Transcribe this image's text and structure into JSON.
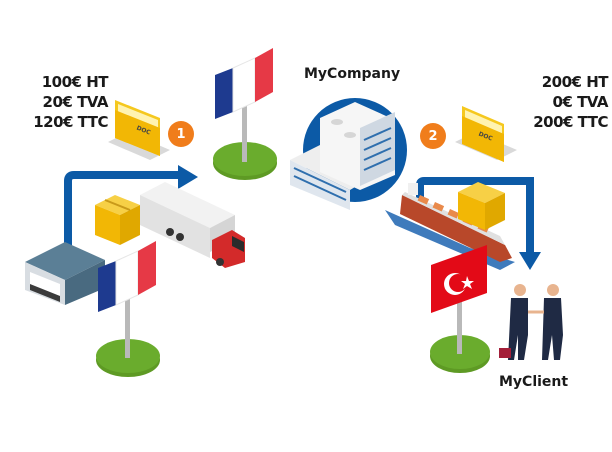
{
  "diagram": {
    "seller_invoice": {
      "lines": [
        "100€ HT",
        "20€ TVA",
        "120€ TTC"
      ]
    },
    "buyer_invoice": {
      "lines": [
        "200€ HT",
        "0€ TVA",
        "200€ TTC"
      ]
    },
    "steps": [
      "1",
      "2"
    ],
    "company_label": "MyCompany",
    "client_label": "MyClient",
    "document_tag": "DOC",
    "colors": {
      "arrow_blue": "#0c5aa6",
      "step_orange": "#f07d1b",
      "folder_yellow": "#f5c81e",
      "flag_blue": "#1e3a8f",
      "flag_red": "#e63946",
      "turkey_red": "#e30a17",
      "grass_green": "#6aac2d"
    }
  }
}
